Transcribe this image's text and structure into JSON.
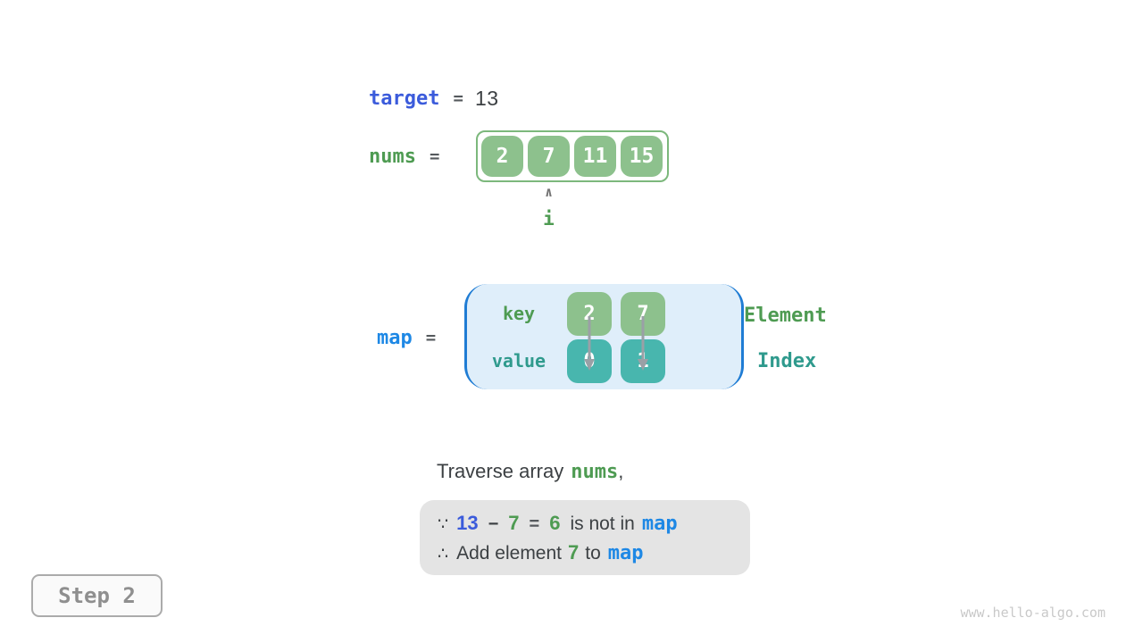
{
  "colors": {
    "indigo": "#3B5BDB",
    "bright-blue": "#1E88E5",
    "bracket-blue": "#1F7CD4",
    "green-text": "#4E9B52",
    "teal-text": "#2F9A8D",
    "green-fill": "#8DC18D",
    "green-border": "#7CB87C",
    "teal-fill": "#48B6AE",
    "map-bg": "#DFEEFA",
    "dark-text": "#3C4043",
    "equals-gray": "#55595D",
    "note-bg": "#E4E4E4",
    "watermark-gray": "#C9C9C9"
  },
  "target_row": {
    "label": "target",
    "equals": "=",
    "value": "13"
  },
  "nums_row": {
    "label": "nums",
    "equals": "=",
    "values": [
      "2",
      "7",
      "11",
      "15"
    ],
    "pointer": {
      "arrow": "∧",
      "label": "i",
      "index": 1
    }
  },
  "map_row": {
    "label": "map",
    "equals": "=",
    "key_label": "key",
    "value_label": "value",
    "entries": [
      {
        "key": "2",
        "value": "0"
      },
      {
        "key": "7",
        "value": "1"
      }
    ],
    "element_label": "Element",
    "index_label": "Index"
  },
  "caption": {
    "prefix": "Traverse array",
    "highlight": "nums",
    "suffix": ","
  },
  "note": {
    "because_symbol": "∵",
    "target_value": "13",
    "minus": "−",
    "current_value": "7",
    "equals": "=",
    "complement": "6",
    "not_in_text": "is not in",
    "map_label_1": "map",
    "therefore_symbol": "∴",
    "add_text_prefix": "Add element",
    "added_value": "7",
    "add_text_infix": "to",
    "map_label_2": "map"
  },
  "step": {
    "label": "Step 2"
  },
  "watermark": "www.hello-algo.com"
}
